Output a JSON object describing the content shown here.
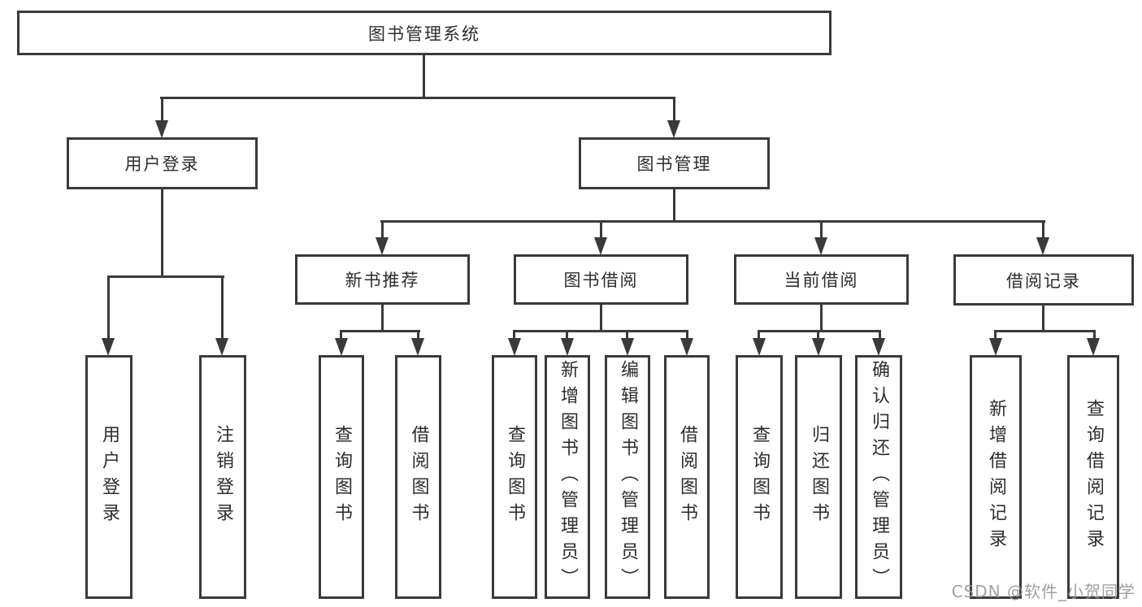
{
  "tree": {
    "root": "图书管理系统",
    "branches": [
      {
        "label": "用户登录",
        "children": [
          "用户登录",
          "注销登录"
        ]
      },
      {
        "label": "图书管理",
        "sections": [
          {
            "label": "新书推荐",
            "children": [
              "查询图书",
              "借阅图书"
            ]
          },
          {
            "label": "图书借阅",
            "children": [
              "查询图书",
              "新增图书（管理员）",
              "编辑图书（管理员）",
              "借阅图书"
            ]
          },
          {
            "label": "当前借阅",
            "children": [
              "查询图书",
              "归还图书",
              "确认归还（管理员）"
            ]
          },
          {
            "label": "借阅记录",
            "children": [
              "新增借阅记录",
              "查询借阅记录"
            ]
          }
        ]
      }
    ]
  },
  "watermark": "CSDN @软件_小贺同学",
  "colors": {
    "line": "#3a3a3a",
    "text": "#2d2d2d",
    "watermark": "#969696",
    "background": "#ffffff"
  }
}
